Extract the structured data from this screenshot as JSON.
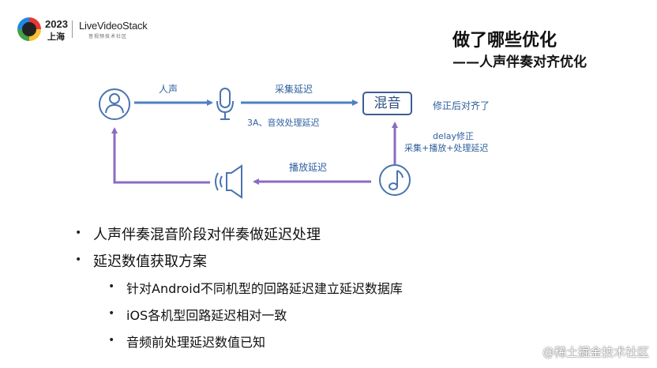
{
  "header": {
    "logo_year": "2023",
    "logo_city": "上海",
    "logo_brand": "LiveVideoStack",
    "logo_brand_sub": "音视频技术社区",
    "title": "做了哪些优化",
    "subtitle": "——人声伴奏对齐优化"
  },
  "diagram": {
    "label_vocal": "人声",
    "label_capture_delay": "采集延迟",
    "label_processing": "3A、音效处理延迟",
    "mix_box": "混音",
    "label_aligned": "修正后对齐了",
    "label_delay_fix": "delay修正",
    "label_delay_fix_detail": "采集+播放+处理延迟",
    "label_playback_delay": "播放延迟",
    "colors": {
      "blue": "#4f7fc0",
      "purple": "#8a6cc2",
      "icon": "#4a74b0"
    },
    "icons": [
      "user-icon",
      "microphone-icon",
      "speaker-icon",
      "music-note-icon"
    ]
  },
  "bullets": [
    {
      "level": 1,
      "text": "人声伴奏混音阶段对伴奏做延迟处理"
    },
    {
      "level": 1,
      "text": "延迟数值获取方案"
    },
    {
      "level": 2,
      "text": "针对Android不同机型的回路延迟建立延迟数据库"
    },
    {
      "level": 2,
      "text": "iOS各机型回路延迟相对一致"
    },
    {
      "level": 2,
      "text": "音频前处理延迟数值已知"
    }
  ],
  "watermark": "@稀土掘金技术社区"
}
